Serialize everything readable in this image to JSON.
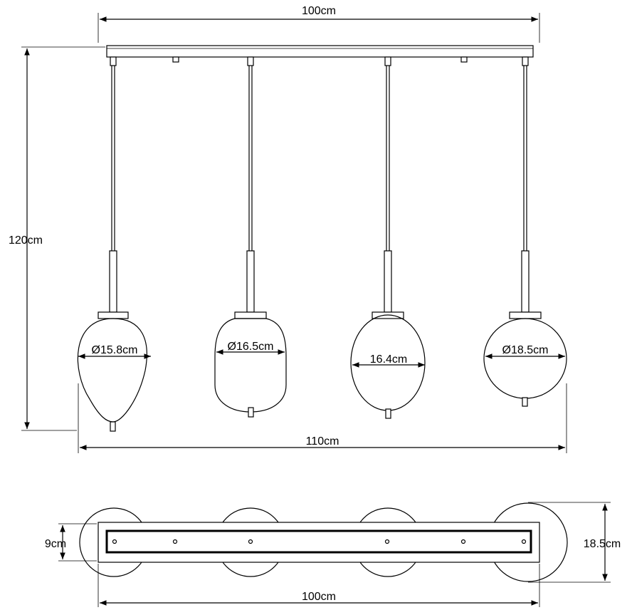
{
  "front_view": {
    "canopy_width": "100cm",
    "overall_height": "120cm",
    "overall_width": "110cm",
    "shades": [
      {
        "label": "Ø15.8cm"
      },
      {
        "label": "Ø16.5cm"
      },
      {
        "label": "16.4cm"
      },
      {
        "label": "Ø18.5cm"
      }
    ]
  },
  "top_view": {
    "canopy_depth": "9cm",
    "shade_diameter": "18.5cm",
    "canopy_width": "100cm"
  }
}
